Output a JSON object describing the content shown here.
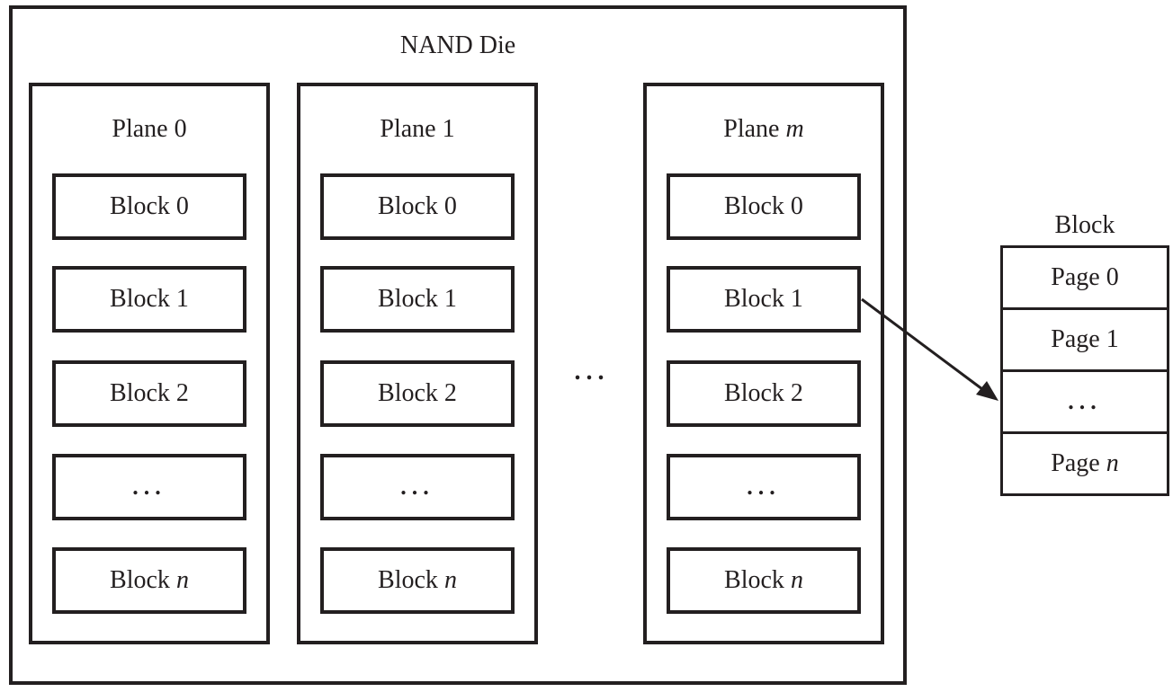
{
  "colors": {
    "line": "#231f20",
    "background": "#ffffff"
  },
  "die": {
    "title": "NAND Die",
    "inter_plane_ellipsis": "..."
  },
  "planes": [
    {
      "title": "Plane 0",
      "title_var": "",
      "blocks": [
        {
          "text": "Block 0",
          "var": ""
        },
        {
          "text": "Block 1",
          "var": ""
        },
        {
          "text": "Block 2",
          "var": ""
        },
        {
          "text": "...",
          "var": ""
        },
        {
          "text": "Block ",
          "var": "n"
        }
      ]
    },
    {
      "title": "Plane 1",
      "title_var": "",
      "blocks": [
        {
          "text": "Block 0",
          "var": ""
        },
        {
          "text": "Block 1",
          "var": ""
        },
        {
          "text": "Block 2",
          "var": ""
        },
        {
          "text": "...",
          "var": ""
        },
        {
          "text": "Block ",
          "var": "n"
        }
      ]
    },
    {
      "title": "Plane ",
      "title_var": "m",
      "blocks": [
        {
          "text": "Block 0",
          "var": ""
        },
        {
          "text": "Block 1",
          "var": ""
        },
        {
          "text": "Block 2",
          "var": ""
        },
        {
          "text": "...",
          "var": ""
        },
        {
          "text": "Block ",
          "var": "n"
        }
      ]
    }
  ],
  "block_detail": {
    "title": "Block",
    "pages": [
      {
        "text": "Page 0",
        "var": ""
      },
      {
        "text": "Page 1",
        "var": ""
      },
      {
        "text": "...",
        "var": ""
      },
      {
        "text": "Page ",
        "var": "n"
      }
    ]
  }
}
